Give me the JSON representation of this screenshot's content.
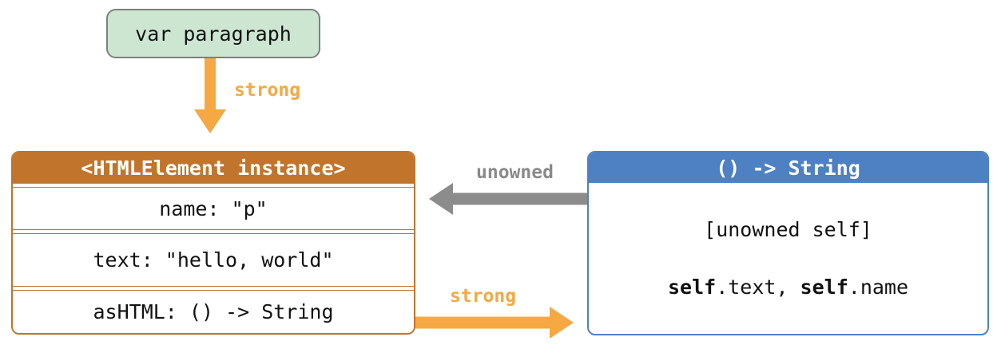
{
  "colors": {
    "background": "#ffffff",
    "variable_box_fill": "#cde6d2",
    "variable_box_border": "#7f7f7f",
    "table_orange": "#c1752c",
    "closure_blue": "#4e81c3",
    "arrow_strong_orange": "#f5a843",
    "arrow_unowned_gray": "#8c8c8c",
    "label_unowned_gray": "#8a8a8a",
    "text": "#111111"
  },
  "variable_box": {
    "label": "var paragraph"
  },
  "arrows": {
    "strong_top": {
      "label": "strong",
      "direction": "down"
    },
    "unowned": {
      "label": "unowned",
      "direction": "left"
    },
    "strong_bottom": {
      "label": "strong",
      "direction": "right"
    }
  },
  "html_element_table": {
    "header": "<HTMLElement instance>",
    "rows": [
      "name: \"p\"",
      "text: \"hello, world\"",
      "asHTML: () -> String"
    ]
  },
  "closure_box": {
    "header": "() -> String",
    "capture_list": "[unowned self]",
    "code_line": [
      {
        "text": "self",
        "bold": true
      },
      {
        "text": ".text, ",
        "bold": false
      },
      {
        "text": "self",
        "bold": true
      },
      {
        "text": ".name",
        "bold": false
      }
    ]
  }
}
